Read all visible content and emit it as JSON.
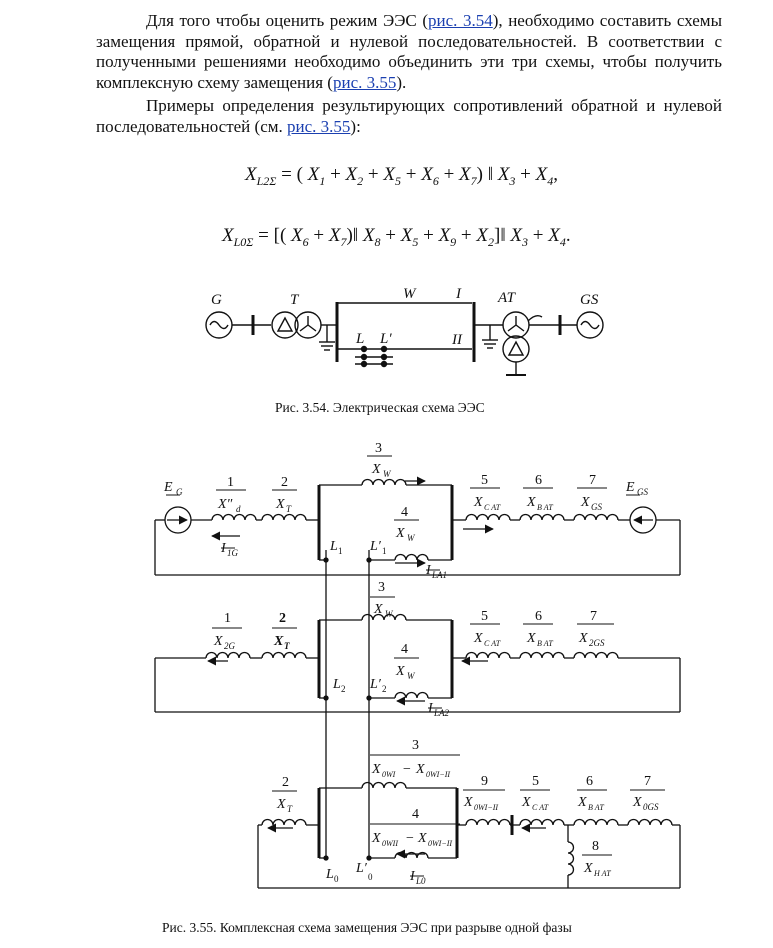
{
  "paragraph1": {
    "t1": "Для того чтобы оценить режим ЭЭС (",
    "link1": "рис. 3.54",
    "t2": "), необходимо составить схемы замещения прямой, обратной и нулевой последовательностей. В соответствии с полученными решениями необходимо объединить эти три схемы, чтобы получить комплексную схему замещения (",
    "link2": "рис. 3.55",
    "t3": ")."
  },
  "paragraph2": {
    "t1": "Примеры определения результирующих сопротивлений обратной и нулевой последовательностей (см. ",
    "link": "рис. 3.55",
    "t2": "):"
  },
  "formula1": {
    "lhs": "X",
    "lhs_sub": "L2Σ",
    "rhs_open": "= (",
    "terms": [
      {
        "v": "X",
        "s": "1"
      },
      {
        "v": "X",
        "s": "2"
      },
      {
        "v": "X",
        "s": "5"
      },
      {
        "v": "X",
        "s": "6"
      },
      {
        "v": "X",
        "s": "7"
      }
    ],
    "par": "‖",
    "tail": [
      {
        "v": "X",
        "s": "3"
      },
      {
        "v": "X",
        "s": "4"
      }
    ],
    "end": ","
  },
  "formula2": {
    "lhs": "X",
    "lhs_sub": "L0Σ",
    "terms_inner": [
      {
        "v": "X",
        "s": "6"
      },
      {
        "v": "X",
        "s": "7"
      }
    ],
    "terms_mid": [
      {
        "v": "X",
        "s": "8"
      },
      {
        "v": "X",
        "s": "5"
      },
      {
        "v": "X",
        "s": "9"
      },
      {
        "v": "X",
        "s": "2"
      }
    ],
    "tail": [
      {
        "v": "X",
        "s": "3"
      },
      {
        "v": "X",
        "s": "4"
      }
    ],
    "end": "."
  },
  "fig354": {
    "labels": {
      "G": "G",
      "T": "T",
      "W": "W",
      "I": "I",
      "II": "II",
      "AT": "AT",
      "GS": "GS",
      "L": "L",
      "Lp": "L′"
    },
    "caption": "Рис. 3.54. Электрическая схема ЭЭС"
  },
  "fig355": {
    "row1": {
      "E_left": "E",
      "E_left_sub": "G",
      "e1": {
        "n": "1",
        "x": "X″",
        "s": "d"
      },
      "e2": {
        "n": "2",
        "x": "X",
        "s": "T"
      },
      "e3": {
        "n": "3",
        "x": "X",
        "s": "W"
      },
      "e4": {
        "n": "4",
        "x": "X",
        "s": "W"
      },
      "e5": {
        "n": "5",
        "x": "X",
        "s": "C AT"
      },
      "e6": {
        "n": "6",
        "x": "X",
        "s": "B AT"
      },
      "e7": {
        "n": "7",
        "x": "X",
        "s": "GS"
      },
      "E_right": "E",
      "E_right_sub": "GS",
      "I_left": "I",
      "I_left_sub": "1G",
      "I_right": "I",
      "I_right_sub": "LA1",
      "L": "L",
      "L_sub": "1",
      "Lp": "L′",
      "Lp_sub": "1"
    },
    "row2": {
      "e1": {
        "n": "1",
        "x": "X",
        "s": "2G"
      },
      "e2": {
        "n": "2",
        "x": "X",
        "s": "T"
      },
      "e3": {
        "n": "3",
        "x": "X",
        "s": "W"
      },
      "e4": {
        "n": "4",
        "x": "X",
        "s": "W"
      },
      "e5": {
        "n": "5",
        "x": "X",
        "s": "C AT"
      },
      "e6": {
        "n": "6",
        "x": "X",
        "s": "B AT"
      },
      "e7": {
        "n": "7",
        "x": "X",
        "s": "2GS"
      },
      "I_right": "I",
      "I_right_sub": "LA2",
      "L": "L",
      "L_sub": "2",
      "Lp": "L′",
      "Lp_sub": "2"
    },
    "row3": {
      "e2": {
        "n": "2",
        "x": "X",
        "s": "T"
      },
      "e3": {
        "n": "3",
        "x1": "X",
        "s1": "0WI",
        "minus": "−",
        "x2": "X",
        "s2": "0WI−II"
      },
      "e4": {
        "n": "4",
        "x1": "X",
        "s1": "0WII",
        "minus": "−",
        "x2": "X",
        "s2": "0WI−II"
      },
      "e9": {
        "n": "9",
        "x": "X",
        "s": "0WI−II"
      },
      "e5": {
        "n": "5",
        "x": "X",
        "s": "C AT"
      },
      "e6": {
        "n": "6",
        "x": "X",
        "s": "B AT"
      },
      "e7": {
        "n": "7",
        "x": "X",
        "s": "0GS"
      },
      "e8": {
        "n": "8",
        "x": "X",
        "s": "H AT"
      },
      "I_bottom": "I",
      "I_bottom_sub": "L0",
      "L": "L",
      "L_sub": "0",
      "Lp": "L′",
      "Lp_sub": "0"
    },
    "caption": "Рис. 3.55. Комплексная схема замещения ЭЭС при разрыве одной фазы"
  }
}
